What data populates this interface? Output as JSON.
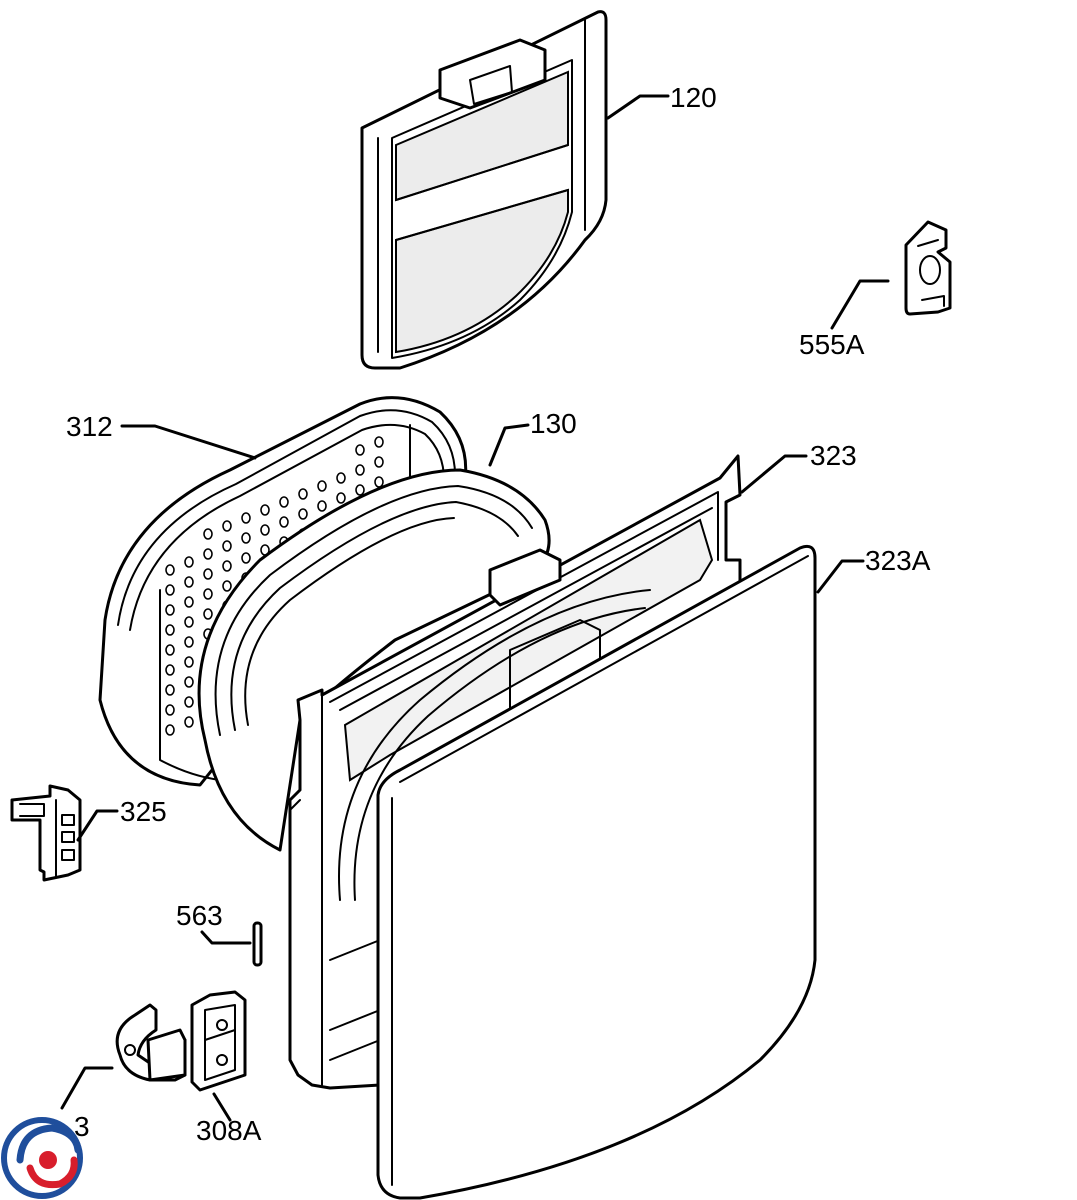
{
  "diagram": {
    "part_labels": {
      "lint_filter": "120",
      "clip": "555A",
      "inner_panel": "312",
      "gasket": "130",
      "door_frame": "323",
      "door_cover": "323A",
      "catch": "325",
      "pin": "563",
      "hinge_left": "3",
      "hinge_right": "308A"
    },
    "colors": {
      "line": "#000000",
      "background": "#ffffff",
      "shade": "#e6e6e6",
      "logo_blue": "#1f4e9c",
      "logo_red": "#d81e2c"
    },
    "icons": {
      "logo": "brand-logo-icon"
    }
  }
}
